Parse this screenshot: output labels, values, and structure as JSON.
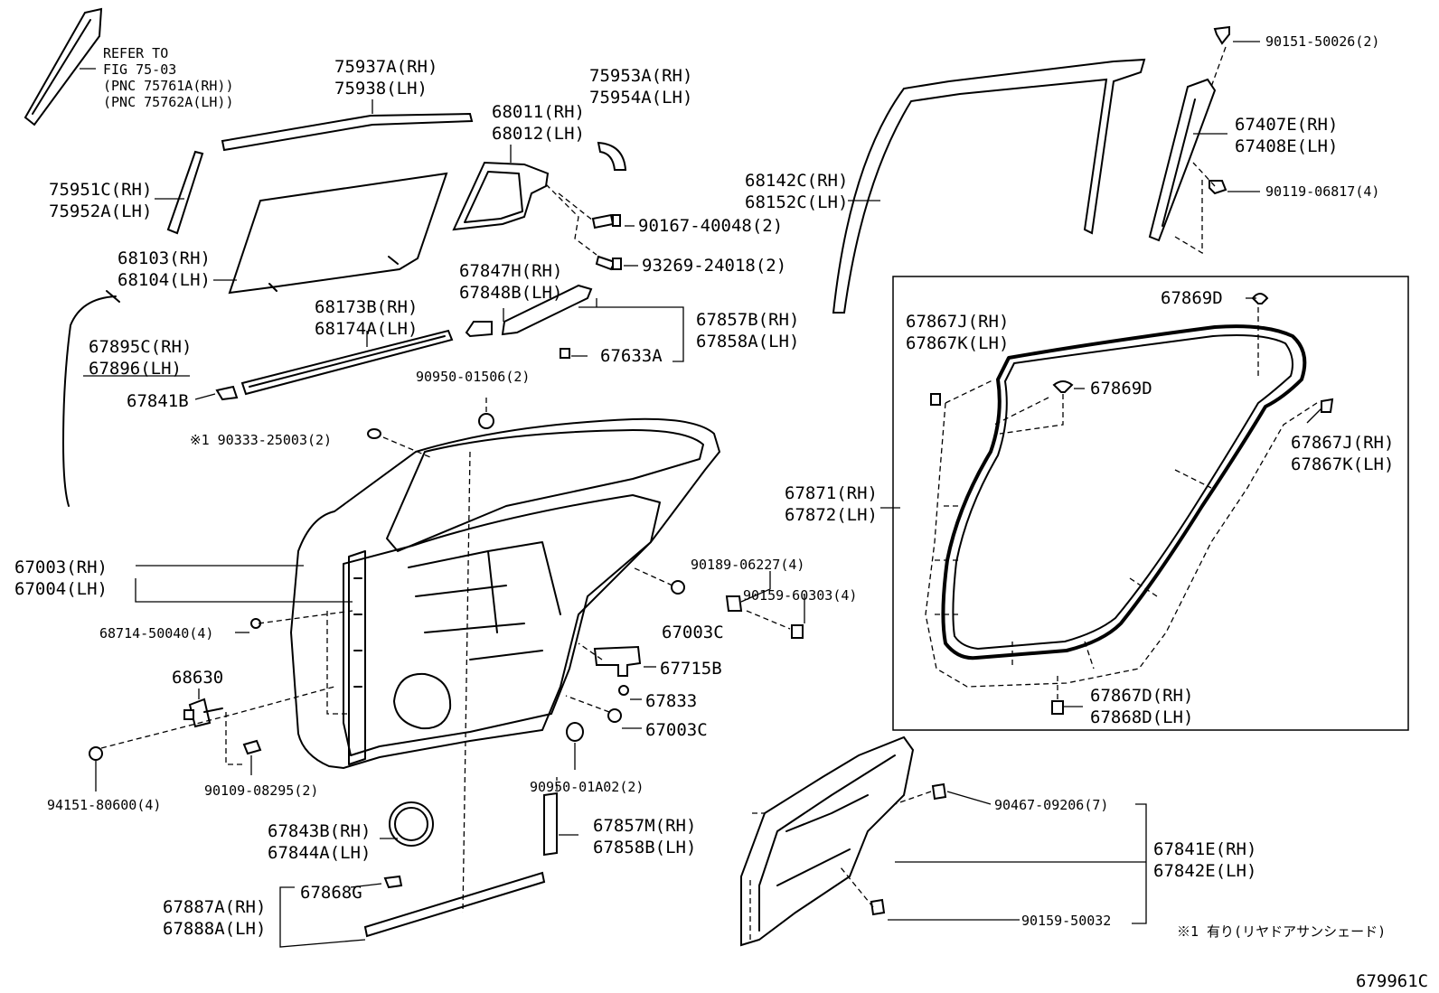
{
  "labels": {
    "refer_note": [
      "REFER TO",
      "FIG 75-03",
      "(PNC 75761A(RH))",
      "(PNC 75762A(LH))"
    ],
    "p75937": [
      "75937A(RH)",
      "75938(LH)"
    ],
    "p75953": [
      "75953A(RH)",
      "75954A(LH)"
    ],
    "p68011": [
      "68011(RH)",
      "68012(LH)"
    ],
    "p75951": [
      "75951C(RH)",
      "75952A(LH)"
    ],
    "p68103": [
      "68103(RH)",
      "68104(LH)"
    ],
    "p90167": "90167-40048(2)",
    "p93269": "93269-24018(2)",
    "p67847": [
      "67847H(RH)",
      "67848B(LH)"
    ],
    "p68173": [
      "68173B(RH)",
      "68174A(LH)"
    ],
    "p67857b": [
      "67857B(RH)",
      "67858A(LH)"
    ],
    "p67633": "67633A",
    "p67895": [
      "67895C(RH)",
      "67896(LH)"
    ],
    "p67841b": "67841B",
    "p90950a": "90950-01506(2)",
    "p90333": "※1 90333-25003(2)",
    "p68142": [
      "68142C(RH)",
      "68152C(LH)"
    ],
    "p90151": "90151-50026(2)",
    "p67407": [
      "67407E(RH)",
      "67408E(LH)"
    ],
    "p90119": "90119-06817(4)",
    "p67869d_top": "67869D",
    "p67867jk_left": [
      "67867J(RH)",
      "67867K(LH)"
    ],
    "p67869d_mid": "67869D",
    "p67867jk_right": [
      "67867J(RH)",
      "67867K(LH)"
    ],
    "p67871": [
      "67871(RH)",
      "67872(LH)"
    ],
    "p67867d": [
      "67867D(RH)",
      "67868D(LH)"
    ],
    "p67003": [
      "67003(RH)",
      "67004(LH)"
    ],
    "p68714": "68714-50040(4)",
    "p68630": "68630",
    "p90189": "90189-06227(4)",
    "p90159a": "90159-60303(4)",
    "p67003c_a": "67003C",
    "p67715b": "67715B",
    "p67833": "67833",
    "p67003c_b": "67003C",
    "p90950b": "90950-01A02(2)",
    "p90109": "90109-08295(2)",
    "p94151": "94151-80600(4)",
    "p67843": [
      "67843B(RH)",
      "67844A(LH)"
    ],
    "p67857m": [
      "67857M(RH)",
      "67858B(LH)"
    ],
    "p67868g": "67868G",
    "p67887": [
      "67887A(RH)",
      "67888A(LH)"
    ],
    "p90467": "90467-09206(7)",
    "p67841e": [
      "67841E(RH)",
      "67842E(LH)"
    ],
    "p90159b": "90159-50032",
    "note_jp": "※1 有り(リヤドアサンシェード)",
    "fig_code": "679961C"
  }
}
